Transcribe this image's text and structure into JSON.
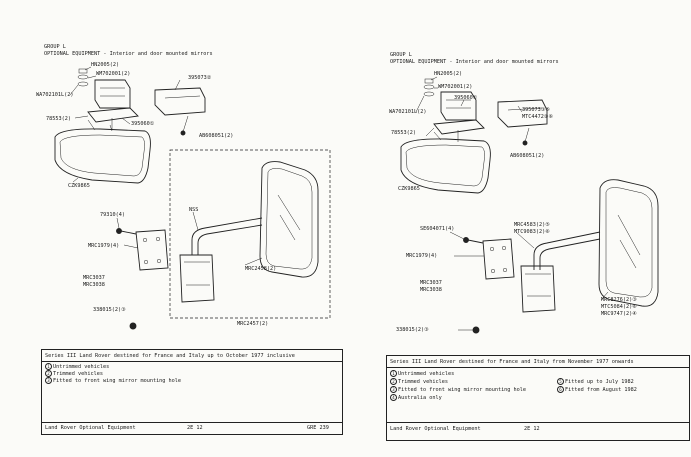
{
  "left": {
    "group": "GROUP L",
    "title": "OPTIONAL EQUIPMENT - Interior and door mounted mirrors",
    "labels": {
      "hn2005": "HN2005(2)",
      "wm702001": "WM702001(2)",
      "wa702101l": "WA702101L(2)",
      "p395073": "395073②",
      "p78553": "78553(2)",
      "p395060": "395060①",
      "ab608051": "AB608051(2)",
      "czk9865": "CZK9865",
      "nss": "NSS",
      "p79310": "79310(4)",
      "mrc1979": "MRC1979(4)",
      "mrc3037": "MRC3037",
      "mrc3038": "MRC3038",
      "mrc2458": "MRC2458(2)",
      "p338015": "338015(2)③",
      "mrc2457": "MRC2457(2)"
    },
    "notes": {
      "title": "Series III Land Rover destined for France and Italy up to October 1977 inclusive",
      "n1": "Untrimmed vehicles",
      "n2": "Trimmed vehicles",
      "n3": "Fitted to front wing mirror mounting hole"
    },
    "footer": {
      "label": "Land Rover Optional Equipment",
      "page": "2E 12",
      "ref": "GRE 239"
    }
  },
  "right": {
    "group": "GROUP L",
    "title": "OPTIONAL EQUIPMENT - Interior and door mounted mirrors",
    "labels": {
      "hn2005": "HN2005(2)",
      "wm702001": "WM702001(2)",
      "wa702101l": "WA702101L(2)",
      "p395060": "395060①",
      "p395073": "395073③⑤",
      "mtc4472": "MTC4472②⑥",
      "p78553": "78553(2)",
      "ab608051": "AB608051(2)",
      "czk9865": "CZK9865",
      "seh": "SE604071(4)",
      "mrc4583": "MRC4583(2)⑤",
      "mtc9083": "MTC9083(2)⑥",
      "mrc1979": "MRC1979(4)",
      "mrc3037": "MRC3037",
      "mrc3038": "MRC3038",
      "mrc8276": "MRC8276(2)③",
      "mtc5084": "MTC5084(2)⑥",
      "mrc9747": "MRC9747(2)④",
      "p338015": "338015(2)③"
    },
    "notes": {
      "title": "Series III Land Rover destined for France and Italy from November 1977 onwards",
      "n1": "Untrimmed vehicles",
      "n2": "Trimmed vehicles",
      "n3": "Fitted to front wing mirror mounting hole",
      "n4": "Australia only",
      "n5": "Fitted up to July 1982",
      "n6": "Fitted from August 1982"
    },
    "footer": {
      "label": "Land Rover Optional Equipment",
      "page": "2E 12"
    }
  }
}
